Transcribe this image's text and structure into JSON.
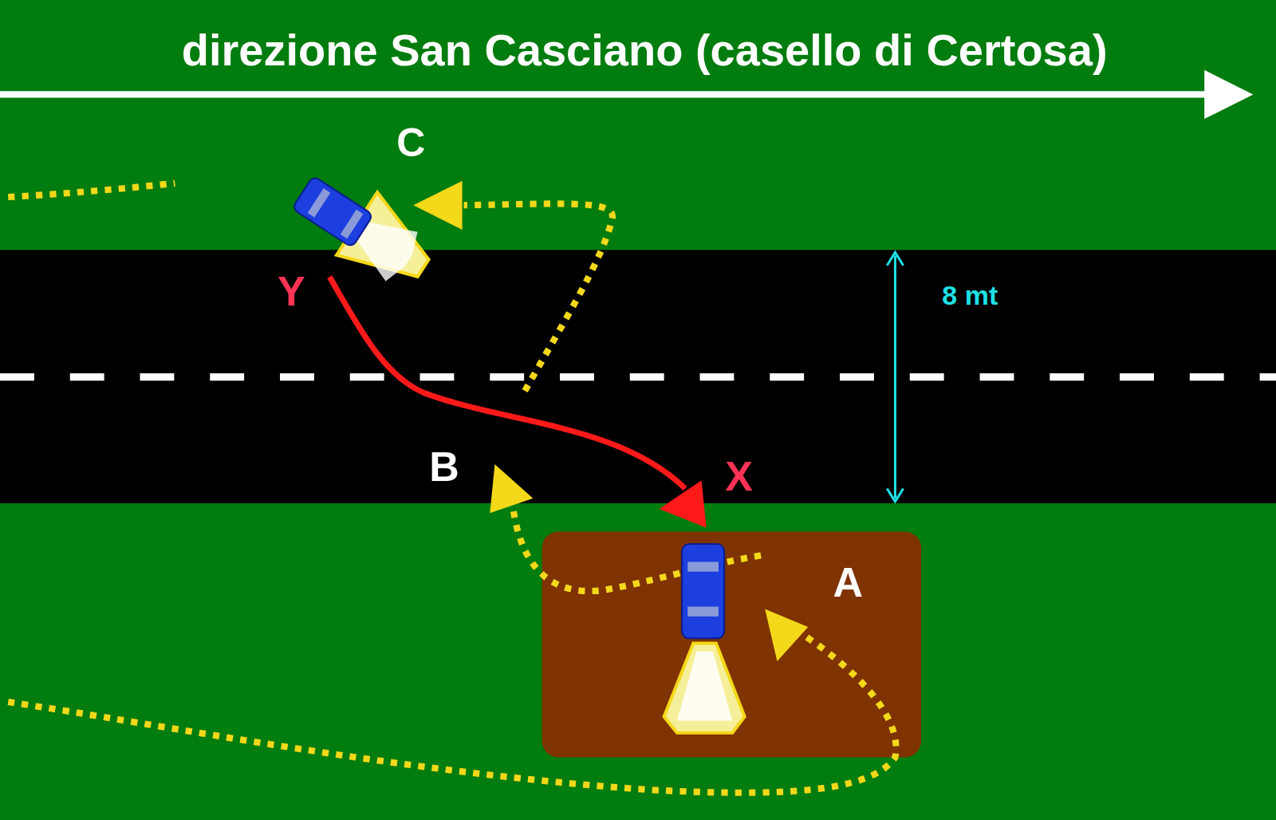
{
  "diagram": {
    "nodes": [
      {
        "text": [
          "A"
        ]
      }
    ],
    "labels": [
      "direzione San Casciano (casello di Certosa)",
      "C",
      "Y",
      "B",
      "X",
      "8 mt"
    ]
  }
}
